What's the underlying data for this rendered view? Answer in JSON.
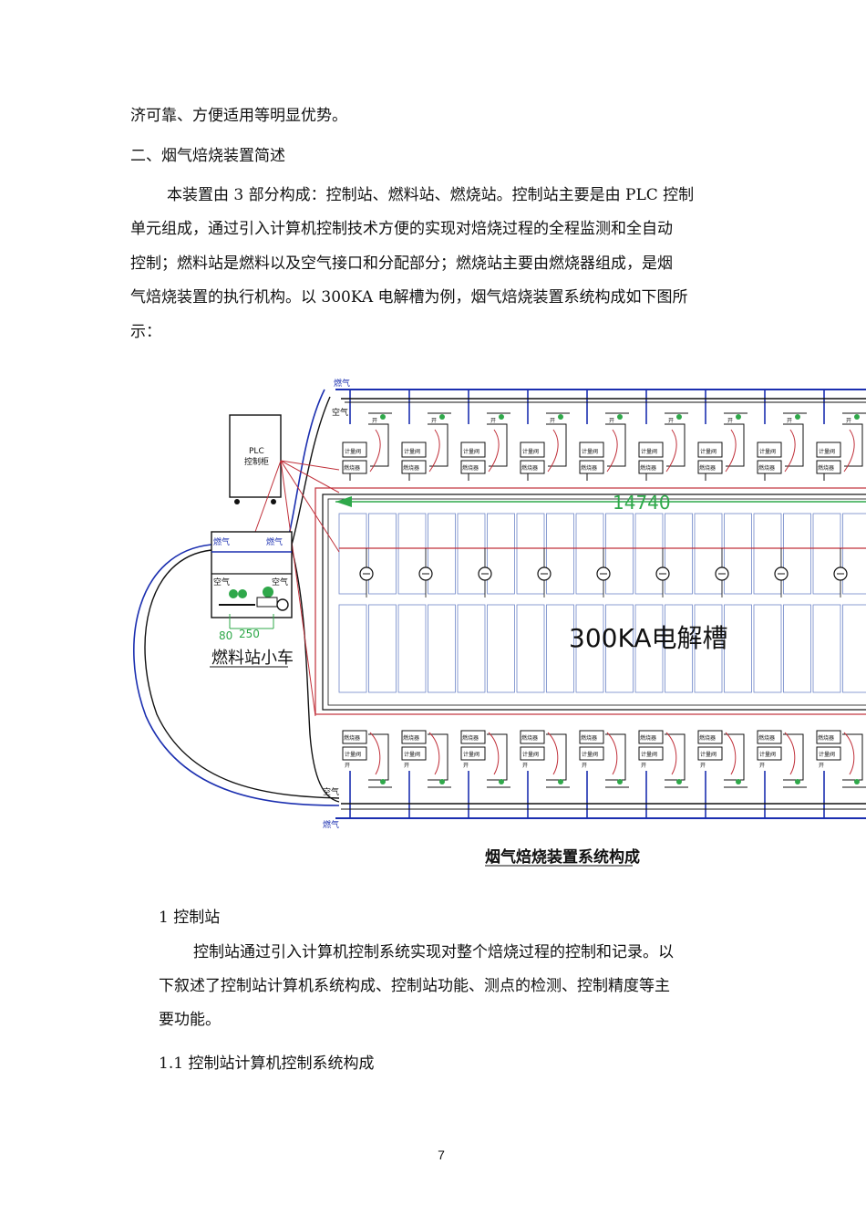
{
  "paragraphs": {
    "intro_tail": "济可靠、方便适用等明显优势。",
    "section2_heading": "二、烟气焙烧装置简述",
    "body_lines": [
      "本装置由 3 部分构成：控制站、燃料站、燃烧站。控制站主要是由 PLC 控制",
      "单元组成，通过引入计算机控制技术方便的实现对焙烧过程的全程监测和全自动",
      "控制；燃料站是燃料以及空气接口和分配部分；燃烧站主要由燃烧器组成，是烟",
      "气焙烧装置的执行机构。以 300KA 电解槽为例，烟气焙烧装置系统构成如下图所",
      "示："
    ]
  },
  "figure": {
    "caption": "烟气焙烧装置系统构成",
    "plc_label_1": "PLC",
    "plc_label_2": "控制柜",
    "cell_label": "300KA电解槽",
    "dimension": "14740",
    "fuel_station": "燃料站小车",
    "fuel_label": "燃气",
    "air_label": "空气",
    "gauge_low": "80",
    "gauge_high": "250",
    "burner_label": "燃烧器",
    "regulator_label": "计量阀",
    "valve_label": "开"
  },
  "section1": {
    "heading": "1   控制站",
    "body_lines": [
      "控制站通过引入计算机控制系统实现对整个焙烧过程的控制和记录。以",
      "下叙述了控制站计算机系统构成、控制站功能、测点的检测、控制精度等主",
      "要功能。"
    ],
    "sub_heading": "1.1  控制站计算机控制系统构成"
  },
  "page_number": "7"
}
